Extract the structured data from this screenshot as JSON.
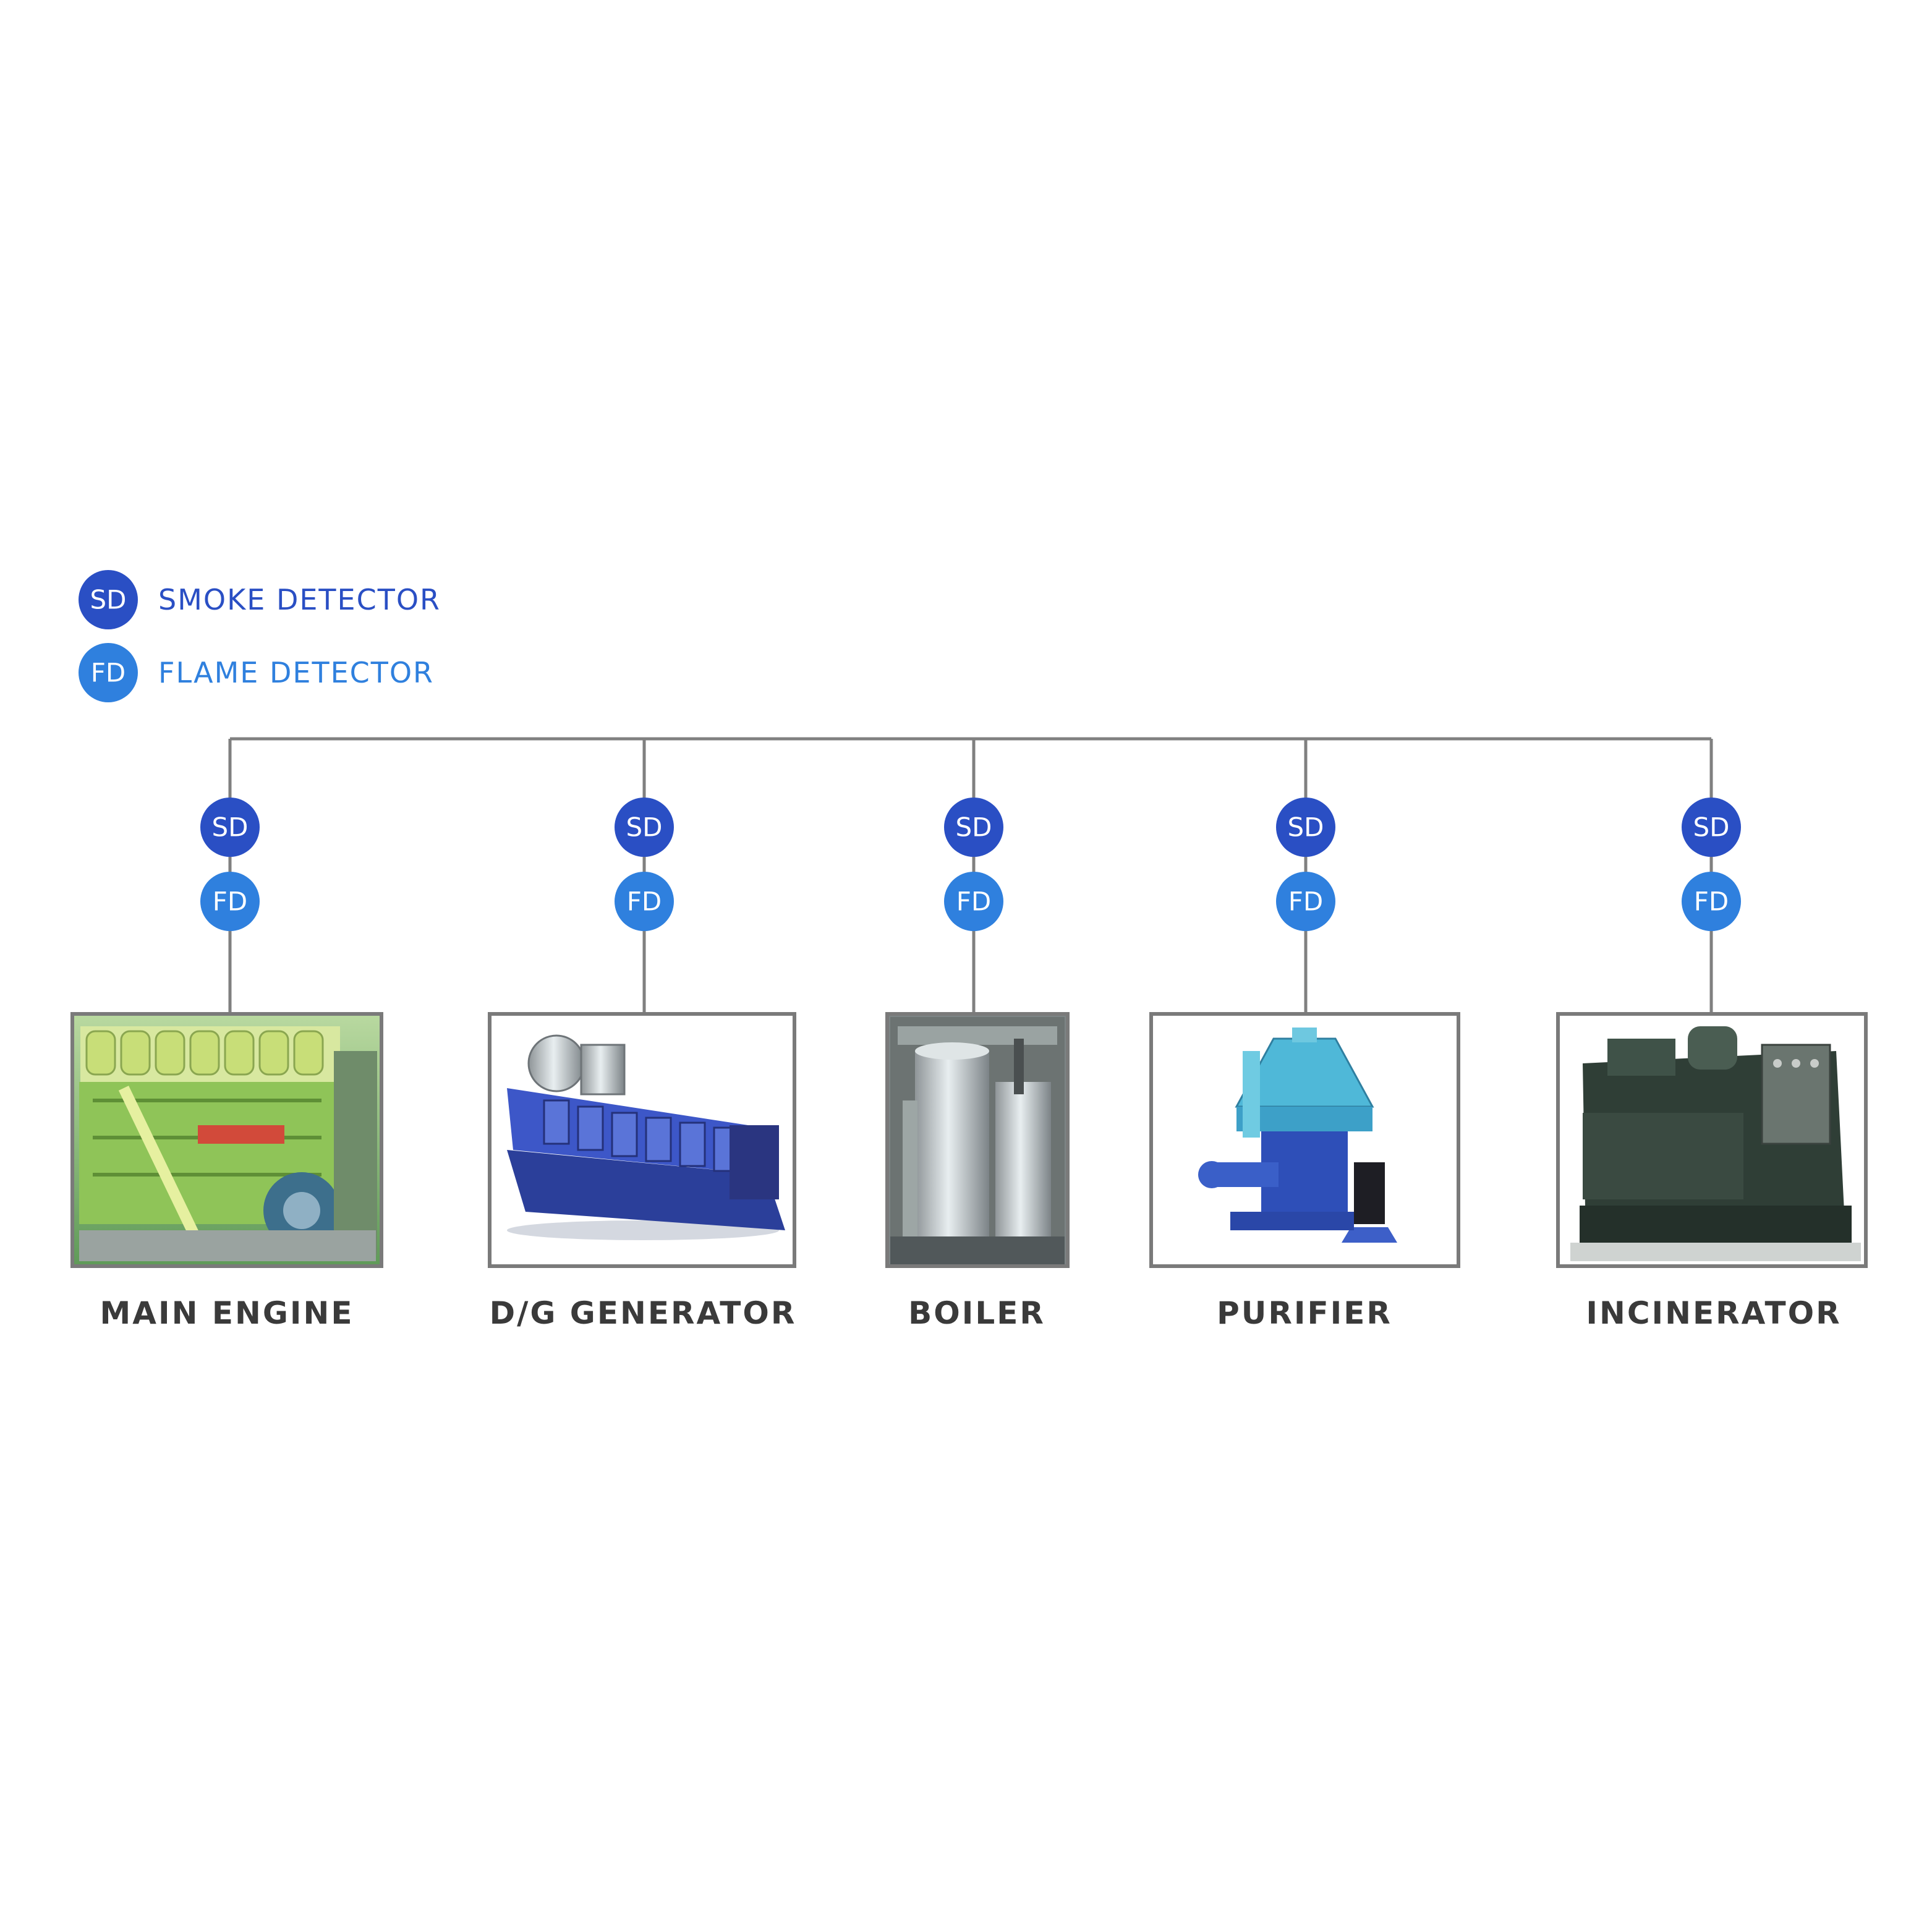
{
  "colors": {
    "smoke": "#2a4fc4",
    "flame": "#2f80de",
    "line": "#808080",
    "frame": "#7a7a7a",
    "label": "#3a3a3a"
  },
  "legend": {
    "smoke": {
      "badge": "SD",
      "label": "SMOKE DETECTOR",
      "icon": "smoke-detector-icon"
    },
    "flame": {
      "badge": "FD",
      "label": "FLAME DETECTOR",
      "icon": "flame-detector-icon"
    }
  },
  "badges": {
    "smoke": "SD",
    "flame": "FD"
  },
  "equipment": [
    {
      "id": "main-engine",
      "label": "MAIN ENGINE",
      "icon": "marine-engine-photo"
    },
    {
      "id": "dg-generator",
      "label": "D/G GENERATOR",
      "icon": "diesel-generator-photo"
    },
    {
      "id": "boiler",
      "label": "BOILER",
      "icon": "boiler-photo"
    },
    {
      "id": "purifier",
      "label": "PURIFIER",
      "icon": "oil-purifier-photo"
    },
    {
      "id": "incinerator",
      "label": "INCINERATOR",
      "icon": "incinerator-photo"
    }
  ]
}
